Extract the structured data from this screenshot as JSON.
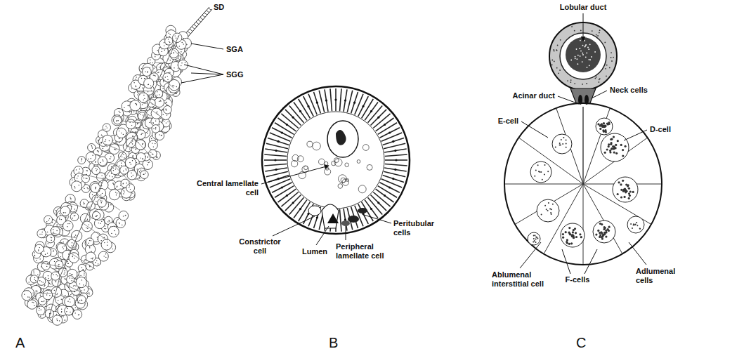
{
  "diagram": {
    "labels": [
      "SD",
      "SGA",
      "SGG",
      "A",
      "Central lamellate cell",
      "Constrictor cell",
      "Lumen",
      "Peripheral lamellate cell",
      "Peritubular cells",
      "B",
      "Lobular duct",
      "Acinar duct",
      "Neck cells",
      "E-cell",
      "D-cell",
      "Ablumenal interstitial cell",
      "F-cells",
      "Adlumenal cells",
      "C"
    ]
  }
}
